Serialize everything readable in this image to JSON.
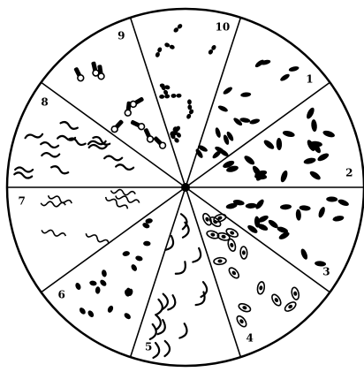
{
  "diagram": {
    "segments": [
      {
        "label": "1",
        "shape": "short-rods"
      },
      {
        "label": "2",
        "shape": "plump-rods"
      },
      {
        "label": "3",
        "shape": "oval-rods-dense"
      },
      {
        "label": "4",
        "shape": "rods-with-central-spores"
      },
      {
        "label": "5",
        "shape": "curved-filaments"
      },
      {
        "label": "6",
        "shape": "small-ovoid-rods"
      },
      {
        "label": "7",
        "shape": "spiral-chains"
      },
      {
        "label": "8",
        "shape": "wavy-filaments"
      },
      {
        "label": "9",
        "shape": "rods-with-terminal-spores"
      },
      {
        "label": "10",
        "shape": "paired-cocci"
      }
    ]
  },
  "colors": {
    "ink": "#000000",
    "background": "#ffffff"
  }
}
